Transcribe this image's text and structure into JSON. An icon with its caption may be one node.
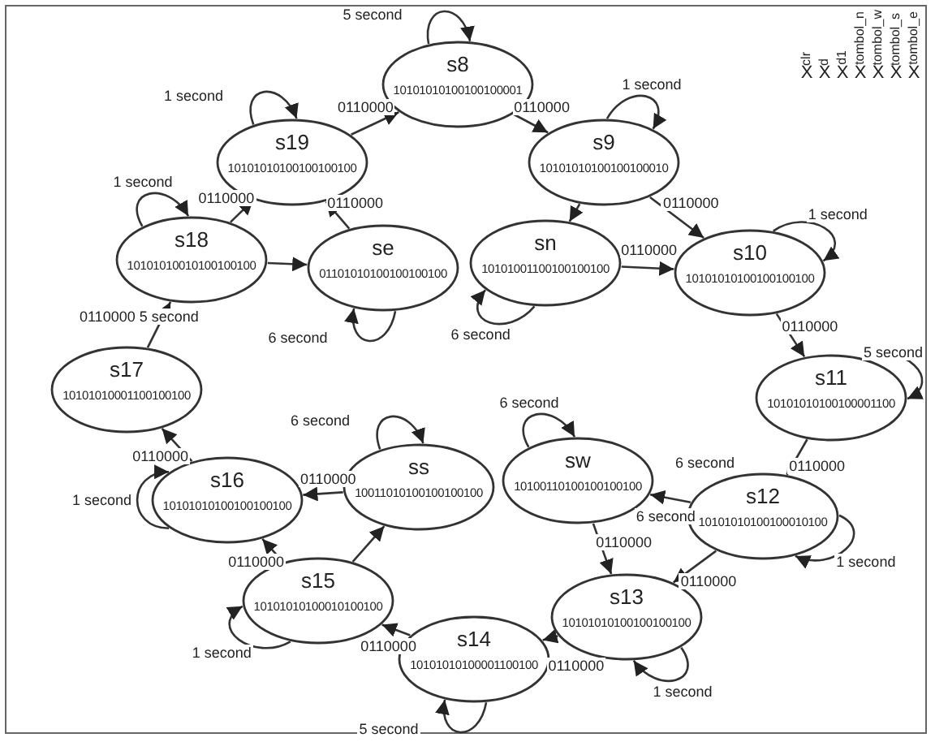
{
  "diagram": {
    "nodes": [
      {
        "text": [
          "s8",
          "10101010100100100001"
        ]
      },
      {
        "text": [
          "s19",
          "10101010100100100100"
        ]
      },
      {
        "text": [
          "s9",
          "10101010100100100010"
        ]
      },
      {
        "text": [
          "s18",
          "10101010010100100100"
        ]
      },
      {
        "text": [
          "se",
          "01101010100100100100"
        ]
      },
      {
        "text": [
          "sn",
          "10101001100100100100"
        ]
      },
      {
        "text": [
          "s10",
          "10101010100100100100"
        ]
      },
      {
        "text": [
          "s17",
          "10101010001100100100"
        ]
      },
      {
        "text": [
          "s11",
          "10101010100100001100"
        ]
      },
      {
        "text": [
          "s16",
          "10101010100100100100"
        ]
      },
      {
        "text": [
          "ss",
          "10011010100100100100"
        ]
      },
      {
        "text": [
          "sw",
          "10100110100100100100"
        ]
      },
      {
        "text": [
          "s12",
          "10101010100100010100"
        ]
      },
      {
        "text": [
          "s15",
          "10101010100010100100"
        ]
      },
      {
        "text": [
          "s13",
          "10101010100100100100"
        ]
      },
      {
        "text": [
          "s14",
          "10101010100001100100"
        ]
      }
    ],
    "edges": [
      {
        "from": 0,
        "to": 0,
        "arrow": "to",
        "label": "5 second"
      },
      {
        "from": 0,
        "to": 2,
        "arrow": "to",
        "label": "0110000"
      },
      {
        "from": 2,
        "to": 2,
        "arrow": "to",
        "label": "1 second"
      },
      {
        "from": 2,
        "to": 6,
        "arrow": "to",
        "label": "0110000"
      },
      {
        "from": 2,
        "to": 5,
        "arrow": "to"
      },
      {
        "from": 5,
        "to": 5,
        "arrow": "to",
        "label": "6 second"
      },
      {
        "from": 5,
        "to": 6,
        "arrow": "to",
        "label": "0110000"
      },
      {
        "from": 6,
        "to": 6,
        "arrow": "to",
        "label": "1 second"
      },
      {
        "from": 6,
        "to": 8,
        "arrow": "to",
        "label": "0110000"
      },
      {
        "from": 8,
        "to": 8,
        "arrow": "to",
        "label": "5 second"
      },
      {
        "from": 8,
        "to": 12,
        "arrow": "to",
        "label": "0110000"
      },
      {
        "from": 12,
        "to": 12,
        "arrow": "to",
        "label": "1 second"
      },
      {
        "from": 12,
        "to": 11,
        "arrow": "to",
        "label": "6 second"
      },
      {
        "from": 12,
        "to": 14,
        "arrow": "to",
        "label": "0110000"
      },
      {
        "from": 11,
        "to": 11,
        "arrow": "to",
        "label": "6 second"
      },
      {
        "from": 11,
        "to": 14,
        "arrow": "to",
        "label": "0110000"
      },
      {
        "from": 14,
        "to": 14,
        "arrow": "to",
        "label": "1 second"
      },
      {
        "from": 14,
        "to": 15,
        "arrow": "to",
        "label": "0110000"
      },
      {
        "from": 15,
        "to": 15,
        "arrow": "to",
        "label": "5 second"
      },
      {
        "from": 15,
        "to": 13,
        "arrow": "to",
        "label": "0110000"
      },
      {
        "from": 13,
        "to": 13,
        "arrow": "to",
        "label": "1 second"
      },
      {
        "from": 13,
        "to": 9,
        "arrow": "to",
        "label": "0110000"
      },
      {
        "from": 13,
        "to": 10,
        "arrow": "to"
      },
      {
        "from": 10,
        "to": 10,
        "arrow": "to",
        "label": "6 second"
      },
      {
        "from": 10,
        "to": 9,
        "arrow": "to",
        "label": "0110000"
      },
      {
        "from": 9,
        "to": 9,
        "arrow": "to",
        "label": "1 second"
      },
      {
        "from": 9,
        "to": 7,
        "arrow": "to",
        "label": "0110000"
      },
      {
        "from": 7,
        "to": 3,
        "arrow": "to",
        "label": "0110000 5 second"
      },
      {
        "from": 3,
        "to": 3,
        "arrow": "to",
        "label": "1 second"
      },
      {
        "from": 3,
        "to": 1,
        "arrow": "to",
        "label": "0110000"
      },
      {
        "from": 3,
        "to": 4,
        "arrow": "to"
      },
      {
        "from": 4,
        "to": 4,
        "arrow": "to",
        "label": "6 second"
      },
      {
        "from": 4,
        "to": 1,
        "arrow": "to",
        "label": "0110000"
      },
      {
        "from": 1,
        "to": 1,
        "arrow": "to",
        "label": "1 second"
      },
      {
        "from": 1,
        "to": 0,
        "arrow": "to",
        "label": "0110000"
      }
    ],
    "labels": [
      "clr",
      "d",
      "d1",
      "tombol_n",
      "tombol_w",
      "tombol_s",
      "tombol_e",
      "X",
      "X",
      "X",
      "X",
      "X",
      "X",
      "X",
      "6 second"
    ]
  }
}
